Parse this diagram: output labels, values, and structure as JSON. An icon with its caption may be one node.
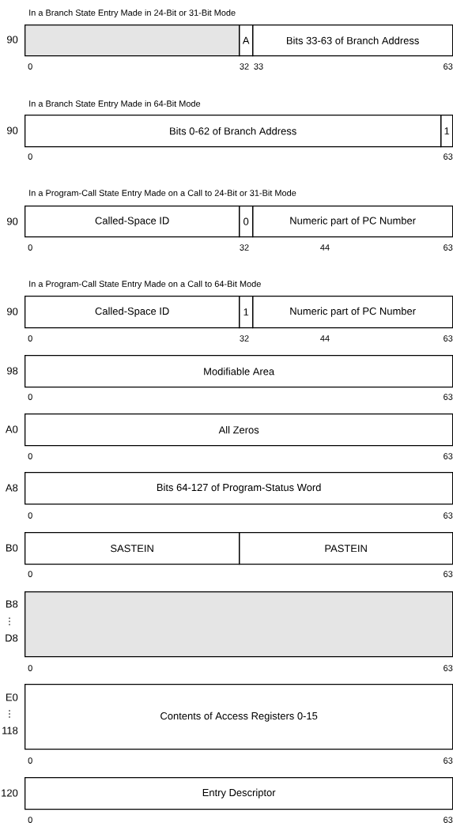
{
  "diagram": {
    "nodes": [
      {
        "text": [],
        "shape": "box"
      },
      {
        "text": [
          "A"
        ]
      },
      {
        "text": [
          "Bits 33-63 of Branch Address"
        ]
      },
      {
        "text": [
          "Bits 0-62 of Branch Address"
        ]
      },
      {
        "text": [
          "1"
        ]
      },
      {
        "text": [
          "Called-Space ID"
        ]
      },
      {
        "text": [
          "0"
        ]
      },
      {
        "text": [
          "Numeric part of PC Number"
        ]
      },
      {
        "text": [
          "Called-Space ID"
        ]
      },
      {
        "text": [
          "1"
        ]
      },
      {
        "text": [
          "Numeric part of PC Number"
        ]
      },
      {
        "text": [
          "Modifiable Area"
        ]
      },
      {
        "text": [
          "All Zeros"
        ]
      },
      {
        "text": [
          "Bits 64-127 of Program-Status Word"
        ]
      },
      {
        "text": [
          "SASTEIN"
        ]
      },
      {
        "text": [
          "PASTEIN"
        ]
      },
      {
        "text": [],
        "shape": "box"
      },
      {
        "text": [
          "Contents of Access Registers 0-15"
        ]
      },
      {
        "text": [
          "Entry Descriptor"
        ]
      }
    ],
    "labels": [
      "In a Branch State Entry Made in 24-Bit or 31-Bit Mode",
      "90",
      "0",
      "32",
      "33",
      "63",
      "In a Branch State Entry Made in 64-Bit Mode",
      "90",
      "0",
      "63",
      "In a Program-Call State Entry Made on a Call to 24-Bit or 31-Bit Mode",
      "90",
      "0",
      "32",
      "44",
      "63",
      "In a Program-Call State Entry Made on a Call to 64-Bit Mode",
      "90",
      "0",
      "32",
      "44",
      "63",
      "98",
      "0",
      "63",
      "A0",
      "0",
      "63",
      "A8",
      "0",
      "63",
      "B0",
      "0",
      "63",
      "B8",
      "⋮",
      "D8",
      "0",
      "63",
      "E0",
      "⋮",
      "118",
      "0",
      "63",
      "120",
      "0",
      "63"
    ]
  }
}
